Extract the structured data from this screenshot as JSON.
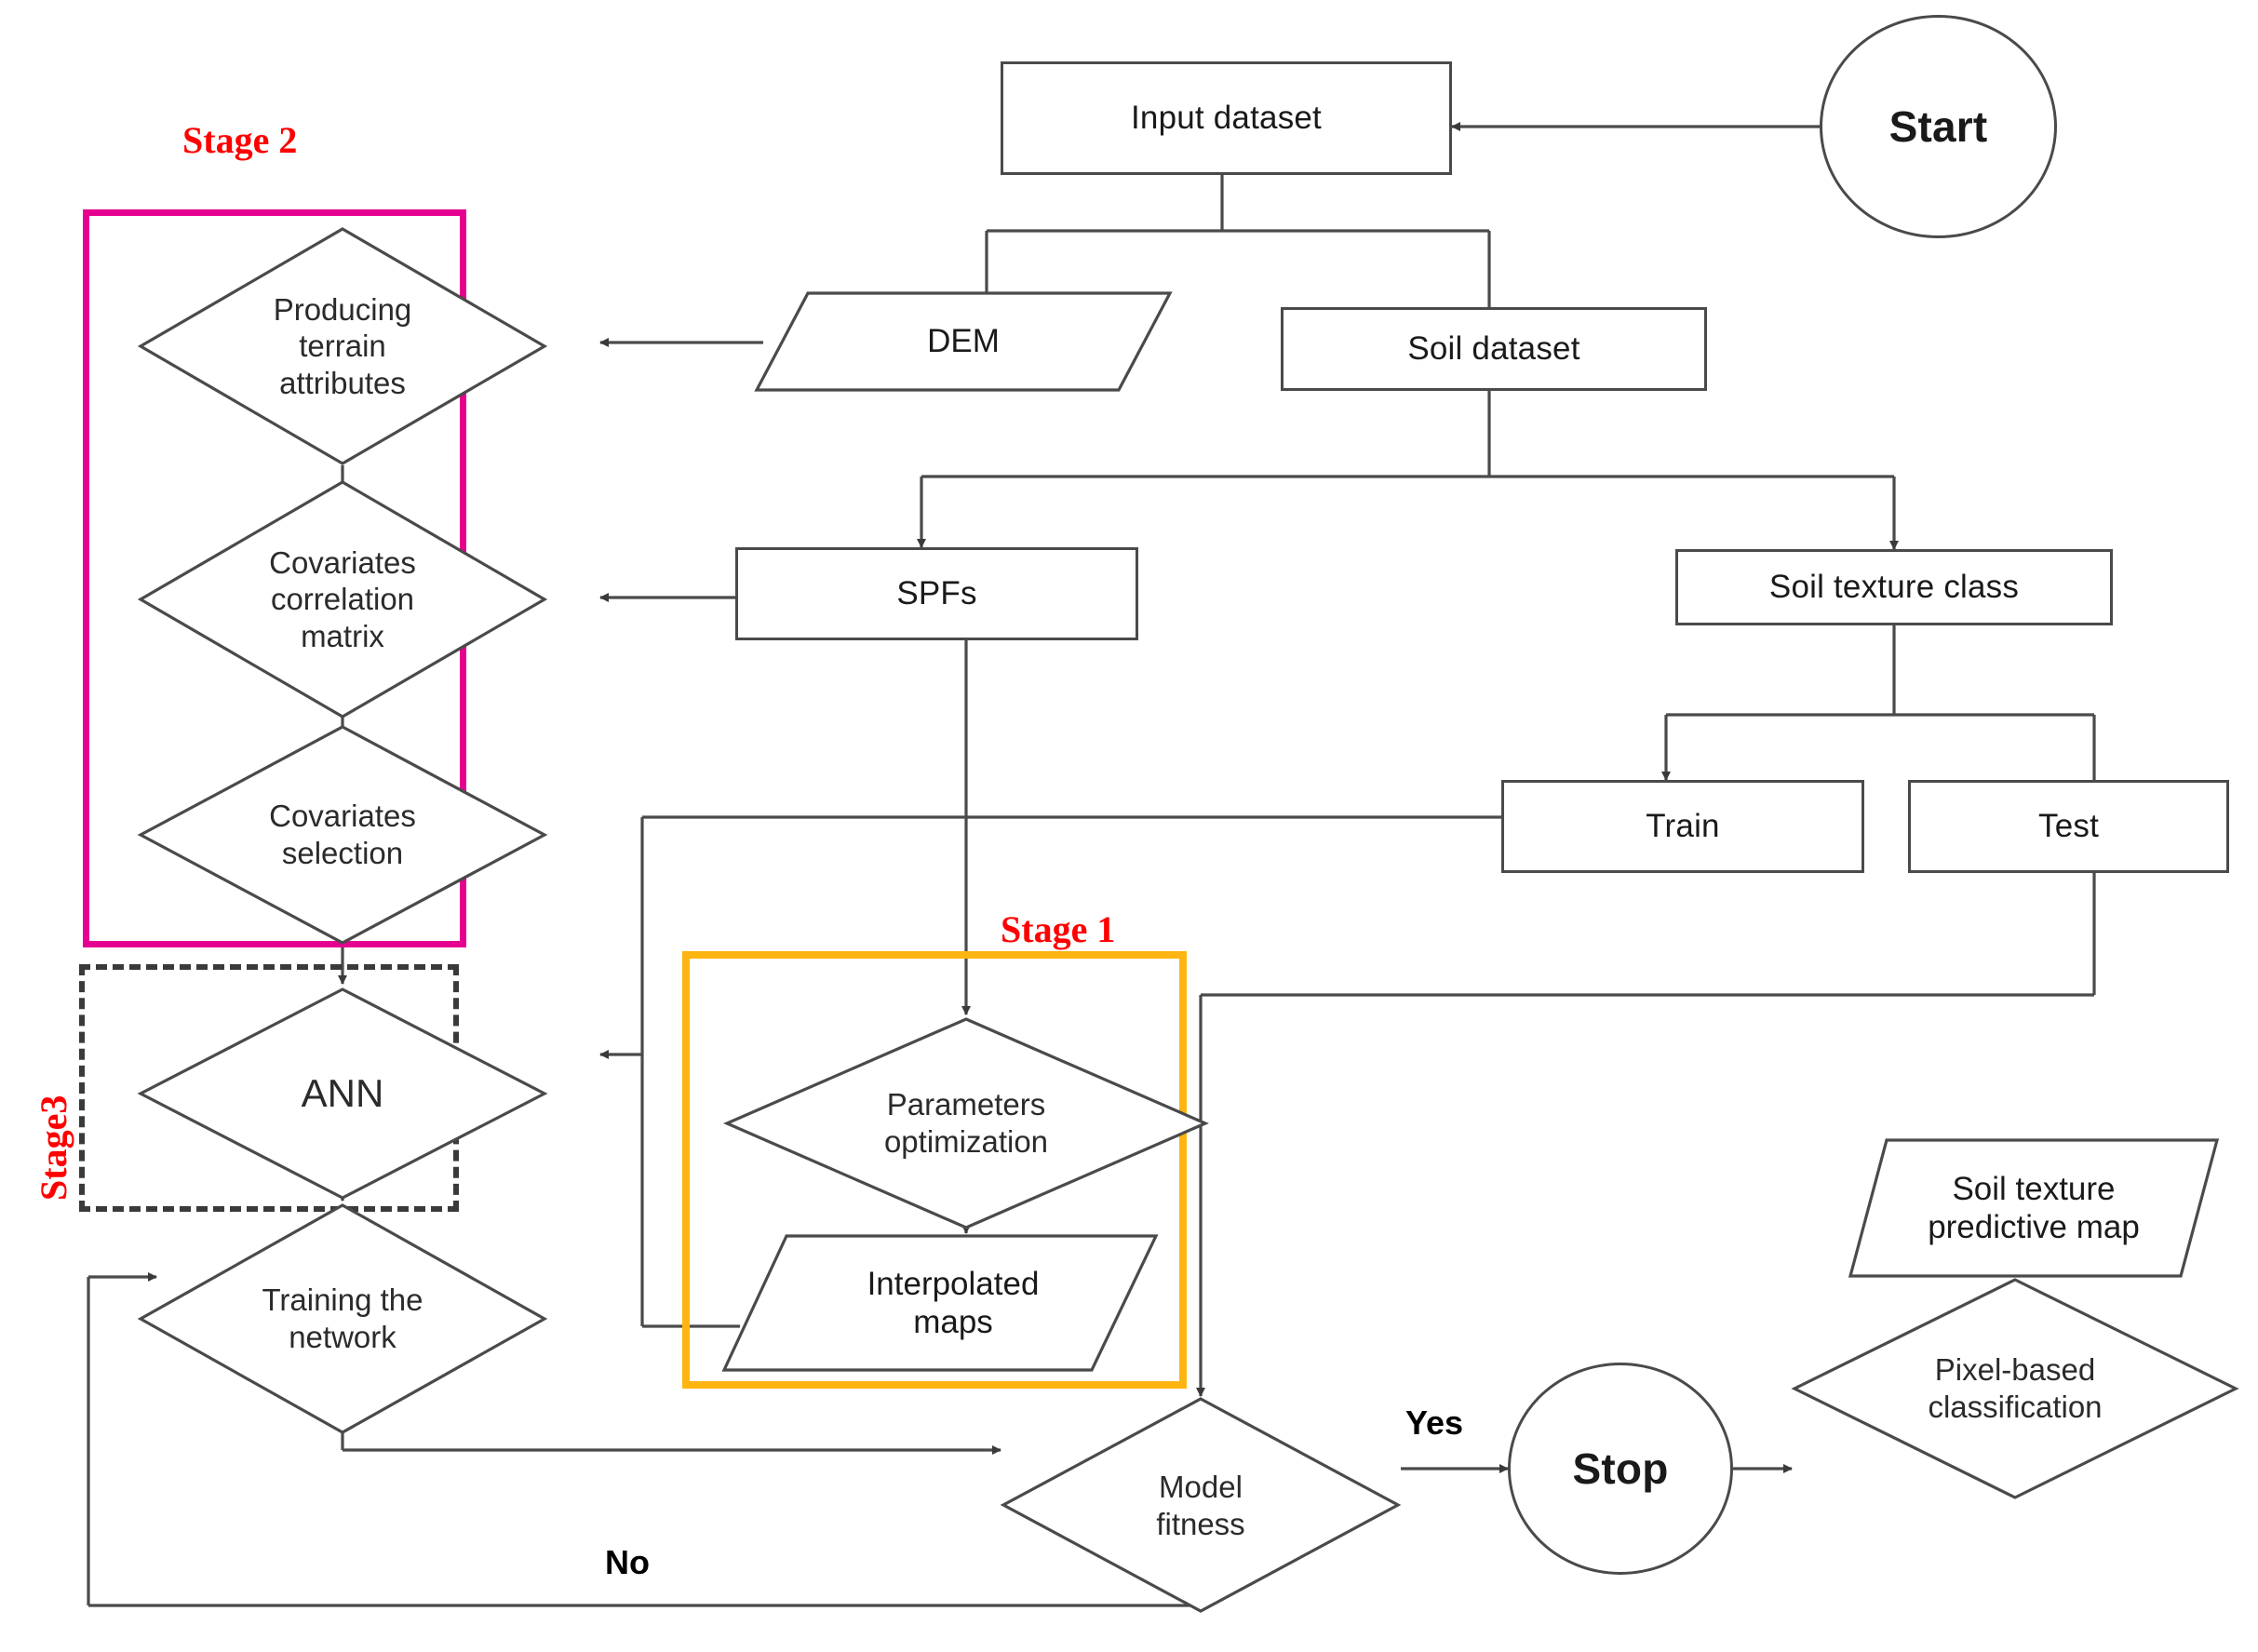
{
  "diagram": {
    "title": "Soil texture mapping workflow flowchart",
    "colors": {
      "stage2_border": "#e6008f",
      "stage1_border": "#ffb511",
      "stage3_border": "#3a3a3a",
      "stage_label": "#ff0000",
      "line": "#4a4a4a",
      "text": "#1a1a1a"
    }
  },
  "stages": {
    "stage1": {
      "label": "Stage 1"
    },
    "stage2": {
      "label": "Stage 2"
    },
    "stage3": {
      "label": "Stage3"
    }
  },
  "nodes": {
    "start": {
      "label": "Start",
      "shape": "circle"
    },
    "stop": {
      "label": "Stop",
      "shape": "circle"
    },
    "input_dataset": {
      "label": "Input dataset",
      "shape": "rect"
    },
    "dem": {
      "label": "DEM",
      "shape": "parallelogram"
    },
    "soil_dataset": {
      "label": "Soil dataset",
      "shape": "rect"
    },
    "spfs": {
      "label": "SPFs",
      "shape": "rect"
    },
    "soil_texture_class": {
      "label": "Soil texture class",
      "shape": "rect"
    },
    "train": {
      "label": "Train",
      "shape": "rect"
    },
    "test": {
      "label": "Test",
      "shape": "rect"
    },
    "producing_terrain_attributes": {
      "line1": "Producing",
      "line2": "terrain",
      "line3": "attributes",
      "shape": "diamond"
    },
    "covariates_correlation_matrix": {
      "line1": "Covariates",
      "line2": "correlation",
      "line3": "matrix",
      "shape": "diamond"
    },
    "covariates_selection": {
      "line1": "Covariates",
      "line2": "selection",
      "shape": "diamond"
    },
    "ann": {
      "label": "ANN",
      "shape": "diamond"
    },
    "training_the_network": {
      "line1": "Training the",
      "line2": "network",
      "shape": "diamond"
    },
    "parameters_optimization": {
      "line1": "Parameters",
      "line2": "optimization",
      "shape": "diamond"
    },
    "interpolated_maps": {
      "line1": "Interpolated",
      "line2": "maps",
      "shape": "parallelogram"
    },
    "model_fitness": {
      "line1": "Model",
      "line2": "fitness",
      "shape": "diamond"
    },
    "pixel_based_classification": {
      "line1": "Pixel-based",
      "line2": "classification",
      "shape": "diamond"
    },
    "soil_texture_predictive_map": {
      "line1": "Soil texture",
      "line2": "predictive map",
      "shape": "parallelogram"
    }
  },
  "edge_labels": {
    "yes": "Yes",
    "no": "No"
  }
}
